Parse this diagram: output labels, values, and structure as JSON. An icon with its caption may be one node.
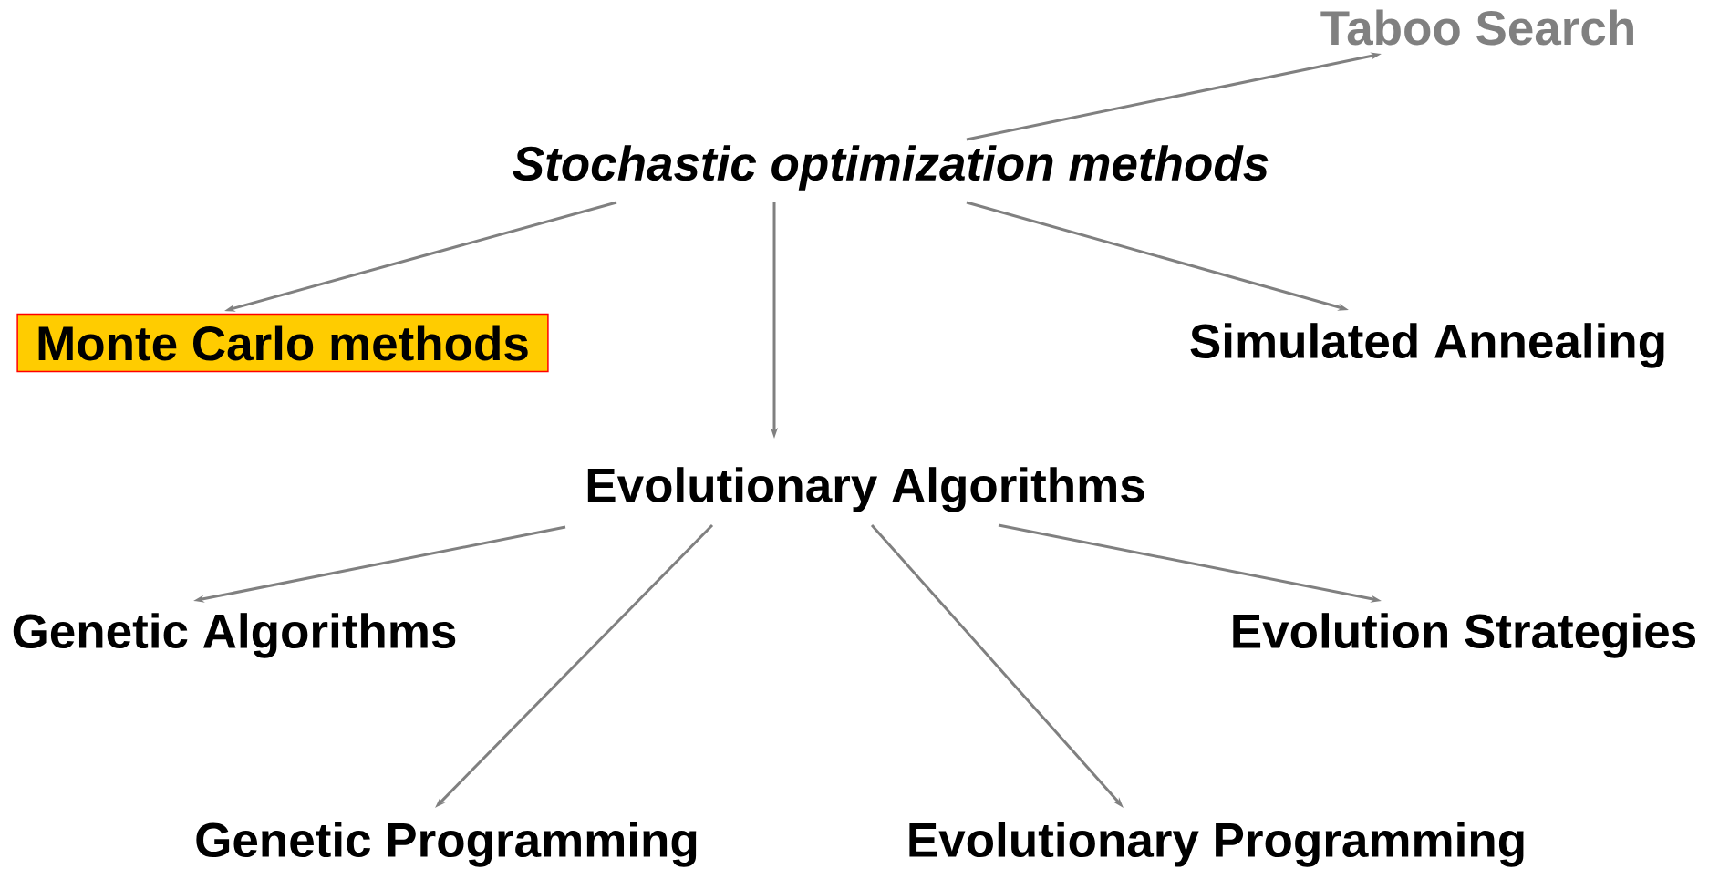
{
  "diagram": {
    "nodes": [
      {
        "text": [
          "Taboo Search"
        ]
      },
      {
        "text": [
          "Stochastic optimization methods"
        ]
      },
      {
        "text": [
          "Monte Carlo methods"
        ]
      },
      {
        "text": [
          "Simulated Annealing"
        ]
      },
      {
        "text": [
          "Evolutionary Algorithms"
        ]
      },
      {
        "text": [
          "Genetic Algorithms"
        ]
      },
      {
        "text": [
          "Evolution Strategies"
        ]
      },
      {
        "text": [
          "Genetic Programming"
        ]
      },
      {
        "text": [
          "Evolutionary Programming"
        ]
      }
    ],
    "edges": [
      {
        "from": 1,
        "to": 0,
        "arrow": "to"
      },
      {
        "from": 1,
        "to": 2,
        "arrow": "to"
      },
      {
        "from": 1,
        "to": 4,
        "arrow": "to"
      },
      {
        "from": 1,
        "to": 3,
        "arrow": "to"
      },
      {
        "from": 4,
        "to": 5,
        "arrow": "to"
      },
      {
        "from": 4,
        "to": 7,
        "arrow": "to"
      },
      {
        "from": 4,
        "to": 8,
        "arrow": "to"
      },
      {
        "from": 4,
        "to": 6,
        "arrow": "to"
      }
    ]
  }
}
